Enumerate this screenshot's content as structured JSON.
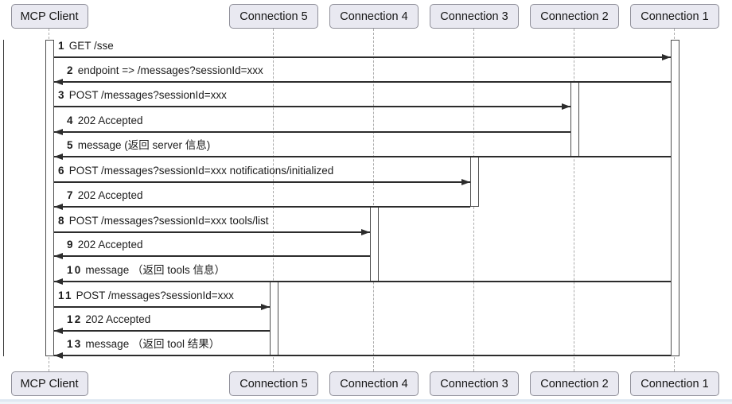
{
  "diagram": {
    "type": "sequence",
    "participants": [
      {
        "id": "mcp",
        "label": "MCP Client"
      },
      {
        "id": "c5",
        "label": "Connection 5"
      },
      {
        "id": "c4",
        "label": "Connection 4"
      },
      {
        "id": "c3",
        "label": "Connection 3"
      },
      {
        "id": "c2",
        "label": "Connection 2"
      },
      {
        "id": "c1",
        "label": "Connection 1"
      }
    ],
    "messages": [
      {
        "num": "1",
        "text": "GET /sse",
        "from": "mcp",
        "to": "c1"
      },
      {
        "num": "2",
        "text": "endpoint => /messages?sessionId=xxx",
        "from": "c1",
        "to": "mcp"
      },
      {
        "num": "3",
        "text": "POST /messages?sessionId=xxx",
        "from": "mcp",
        "to": "c2"
      },
      {
        "num": "4",
        "text": "202 Accepted",
        "from": "c2",
        "to": "mcp"
      },
      {
        "num": "5",
        "text": "message (返回 server 信息)",
        "from": "c1",
        "to": "mcp"
      },
      {
        "num": "6",
        "text": "POST /messages?sessionId=xxx notifications/initialized",
        "from": "mcp",
        "to": "c3"
      },
      {
        "num": "7",
        "text": "202 Accepted",
        "from": "c3",
        "to": "mcp"
      },
      {
        "num": "8",
        "text": "POST /messages?sessionId=xxx tools/list",
        "from": "mcp",
        "to": "c4"
      },
      {
        "num": "9",
        "text": "202 Accepted",
        "from": "c4",
        "to": "mcp"
      },
      {
        "num": "10",
        "text": "message （返回 tools 信息）",
        "from": "c1",
        "to": "mcp"
      },
      {
        "num": "11",
        "text": "POST /messages?sessionId=xxx",
        "from": "mcp",
        "to": "c5"
      },
      {
        "num": "12",
        "text": "202 Accepted",
        "from": "c5",
        "to": "mcp"
      },
      {
        "num": "13",
        "text": "message （返回 tool 结果）",
        "from": "c1",
        "to": "mcp"
      }
    ],
    "activations": [
      {
        "participant": "mcp",
        "from_msg": 1,
        "to_msg": 13
      },
      {
        "participant": "c1",
        "from_msg": 1,
        "to_msg": 13
      },
      {
        "participant": "c2",
        "from_msg": 2,
        "to_msg": 5
      },
      {
        "participant": "c3",
        "from_msg": 5,
        "to_msg": 7
      },
      {
        "participant": "c4",
        "from_msg": 7,
        "to_msg": 10
      },
      {
        "participant": "c5",
        "from_msg": 10,
        "to_msg": 13
      }
    ],
    "colors": {
      "participant_fill": "#e9e9f1",
      "participant_border": "#8f8f99",
      "message_line": "#2c2c2c",
      "text": "#1c1c1c",
      "lifeline": "#ababab",
      "activation_fill": "#fefefe",
      "activation_border": "#4d4d4d",
      "bottom_strip": "#dfe8f2"
    }
  }
}
